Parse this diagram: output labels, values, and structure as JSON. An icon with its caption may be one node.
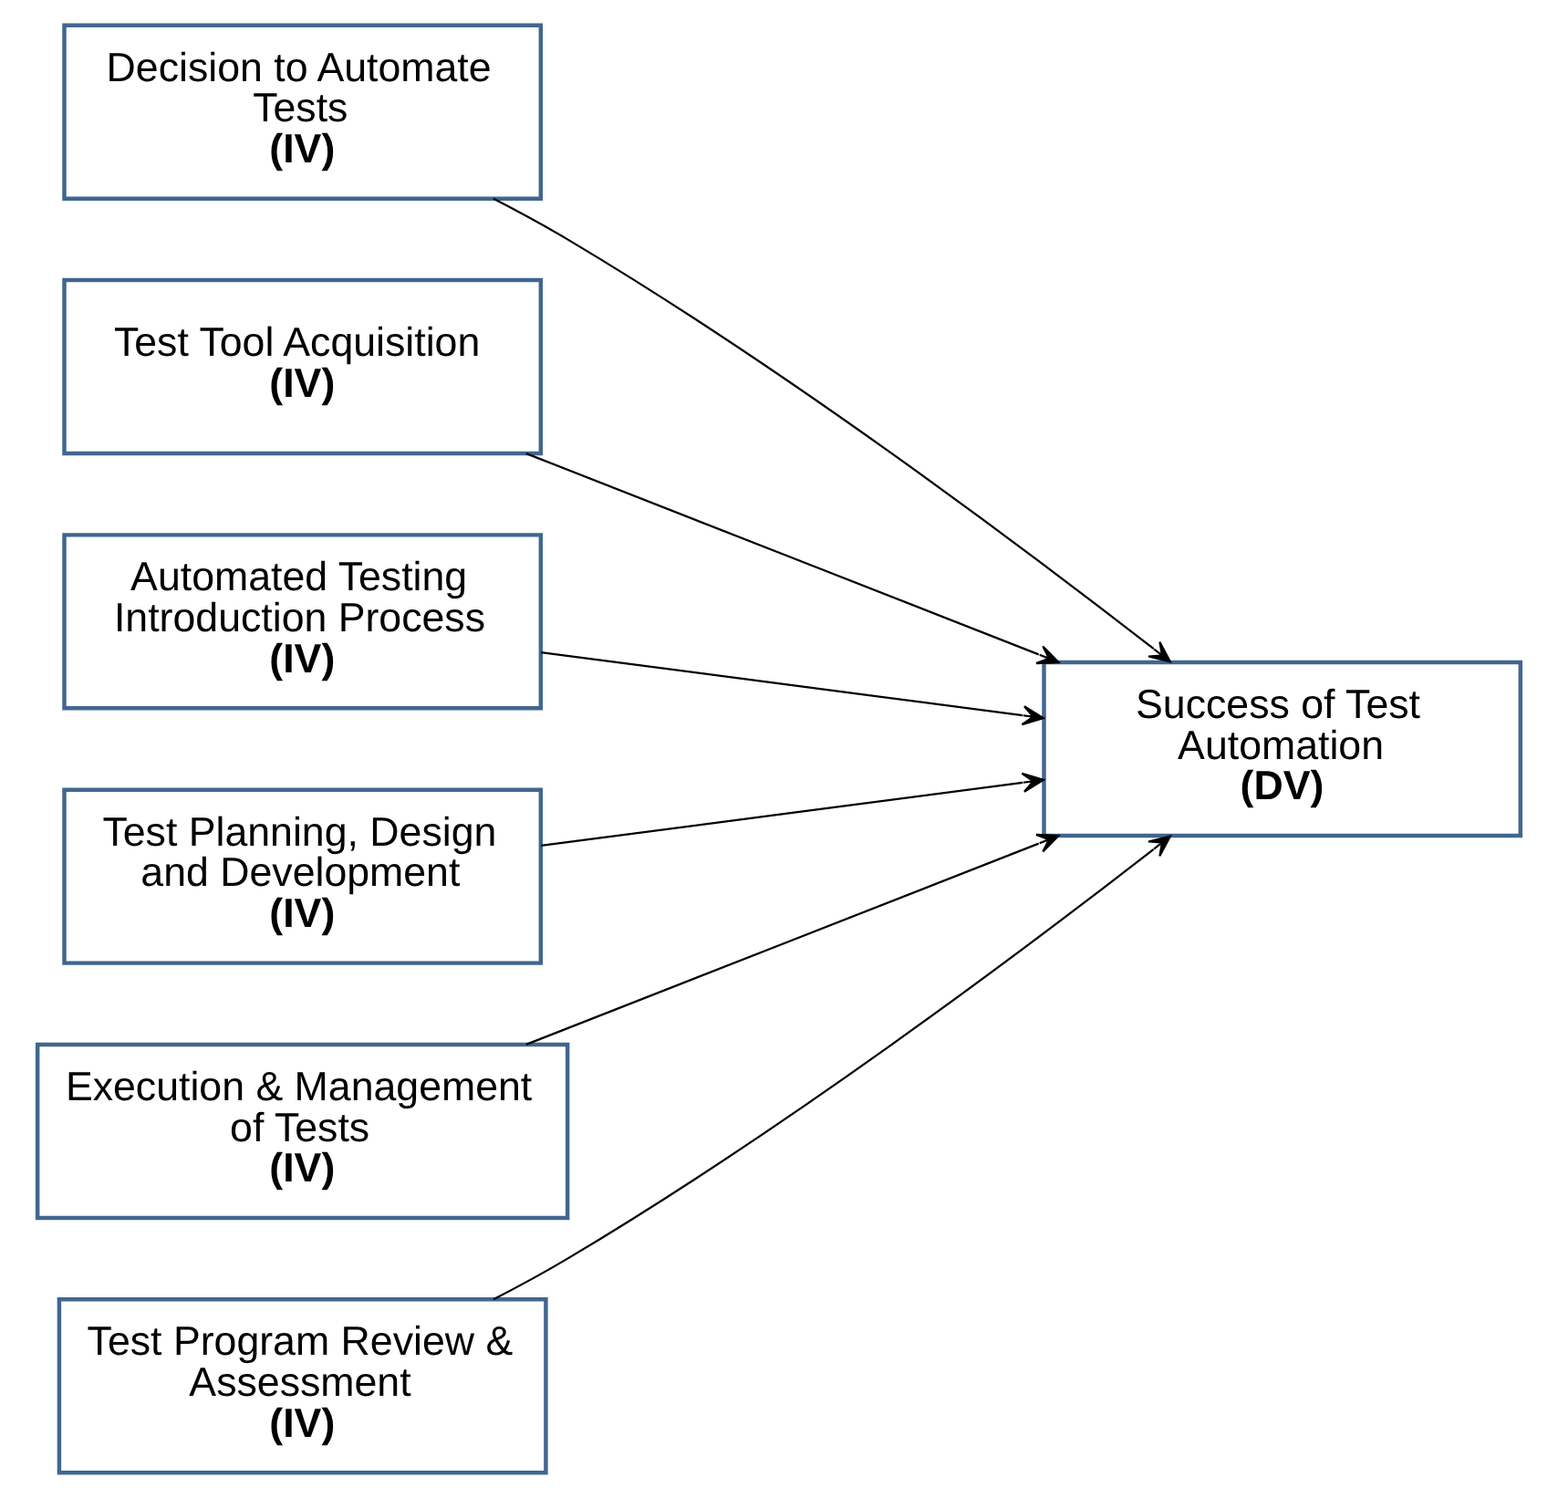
{
  "diagram": {
    "nodes": [
      {
        "text": [
          "Decision to Automate Tests",
          "(IV)"
        ]
      },
      {
        "text": [
          "Test Tool Acquisition",
          "(IV)"
        ]
      },
      {
        "text": [
          "Automated Testing Introduction Process",
          "(IV)"
        ]
      },
      {
        "text": [
          "Test Planning, Design and Development",
          "(IV)"
        ]
      },
      {
        "text": [
          "Execution & Management of Tests",
          "(IV)"
        ]
      },
      {
        "text": [
          "Test Program Review & Assessment",
          "(IV)"
        ]
      },
      {
        "text": [
          "Success of Test Automation",
          "(DV)"
        ]
      }
    ],
    "edges": [
      {
        "from": 0,
        "to": 6,
        "arrow": "to"
      },
      {
        "from": 1,
        "to": 6,
        "arrow": "to"
      },
      {
        "from": 2,
        "to": 6,
        "arrow": "to"
      },
      {
        "from": 3,
        "to": 6,
        "arrow": "to"
      },
      {
        "from": 4,
        "to": 6,
        "arrow": "to"
      },
      {
        "from": 5,
        "to": 6,
        "arrow": "to"
      }
    ]
  }
}
